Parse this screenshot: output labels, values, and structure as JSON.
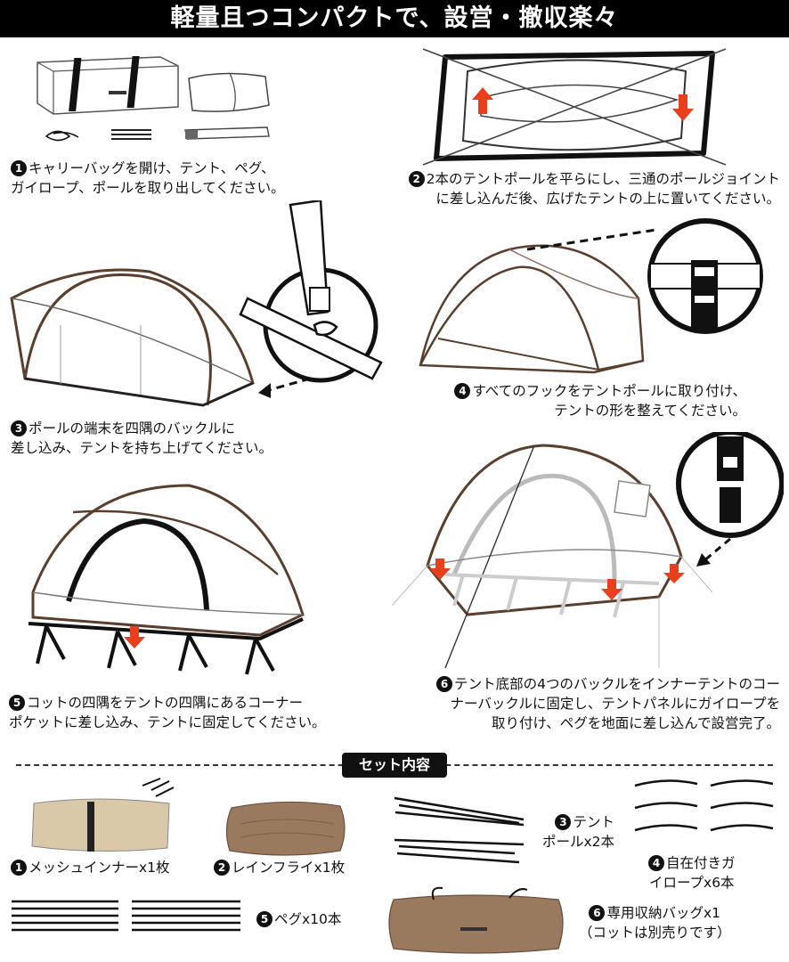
{
  "header": {
    "title": "軽量且つコンパクトで、設営・撤収楽々"
  },
  "steps": [
    {
      "num": "1",
      "lines": [
        "キャリーバッグを開け、テント、ペグ、",
        "ガイロープ、ポールを取り出してください。"
      ]
    },
    {
      "num": "2",
      "lines": [
        "2本のテントポールを平らにし、三通のポールジョイント",
        "に差し込んだ後、広げたテントの上に置いてください。"
      ]
    },
    {
      "num": "3",
      "lines": [
        "ポールの端末を四隅のバックルに",
        "差し込み、テントを持ち上げてください。"
      ]
    },
    {
      "num": "4",
      "lines": [
        "すべてのフックをテントポールに取り付け、",
        "テントの形を整えてください。"
      ]
    },
    {
      "num": "5",
      "lines": [
        "コットの四隅をテントの四隅にあるコーナー",
        "ポケットに差し込み、テントに固定してください。"
      ]
    },
    {
      "num": "6",
      "lines": [
        "テント底部の4つのバックルをインナーテントのコー",
        "ナーバックルに固定し、テントパネルにガイロープを",
        "取り付け、ペグを地面に差し込んで設営完了。"
      ]
    }
  ],
  "set_contents": {
    "label": "セット内容",
    "items": [
      {
        "num": "1",
        "lines": [
          "メッシュインナーx1枚"
        ]
      },
      {
        "num": "2",
        "lines": [
          "レインフライx1枚"
        ]
      },
      {
        "num": "3",
        "lines": [
          "テント",
          "ポールx2本"
        ]
      },
      {
        "num": "4",
        "lines": [
          "自在付きガ",
          "イロープx6本"
        ]
      },
      {
        "num": "5",
        "lines": [
          "ペグx10本"
        ]
      },
      {
        "num": "6",
        "lines": [
          "専用収納バッグx1",
          "（コットは別売りです）"
        ]
      }
    ]
  },
  "colors": {
    "accent_arrow": "#e8401c",
    "banner_bg": "#000000",
    "rainfly": "#9a7a5e",
    "inner": "#d9c9a8"
  }
}
